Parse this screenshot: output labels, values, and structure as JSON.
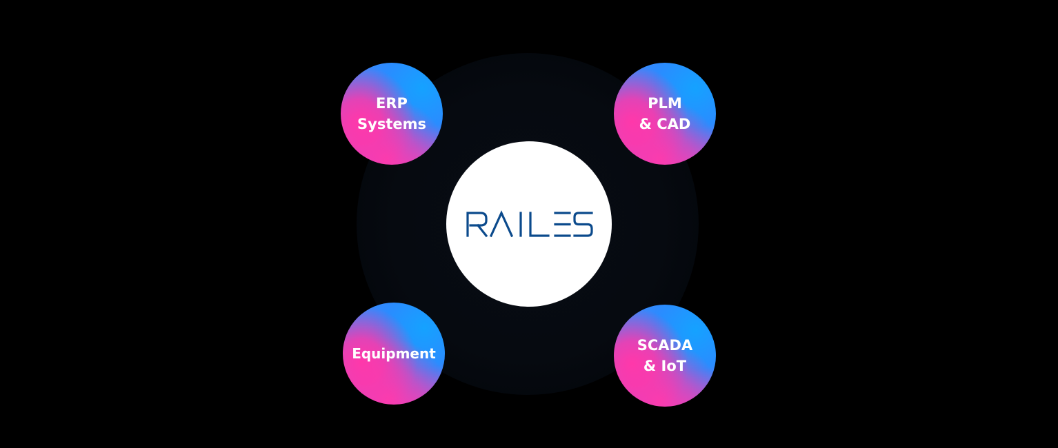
{
  "hub": {
    "logo_text": "RAILES",
    "logo_color": "#0b4a8c",
    "background_color": "#ffffff"
  },
  "nodes": [
    {
      "id": "erp",
      "label": "ERP\nSystems"
    },
    {
      "id": "plm",
      "label": "PLM\n& CAD"
    },
    {
      "id": "equipment",
      "label": "Equipment"
    },
    {
      "id": "scada",
      "label": "SCADA\n& IoT"
    }
  ],
  "colors": {
    "background": "#000000",
    "node_gradient_blue": "#1e9bff",
    "node_gradient_pink": "#ff3fb0",
    "node_text": "#ffffff"
  }
}
